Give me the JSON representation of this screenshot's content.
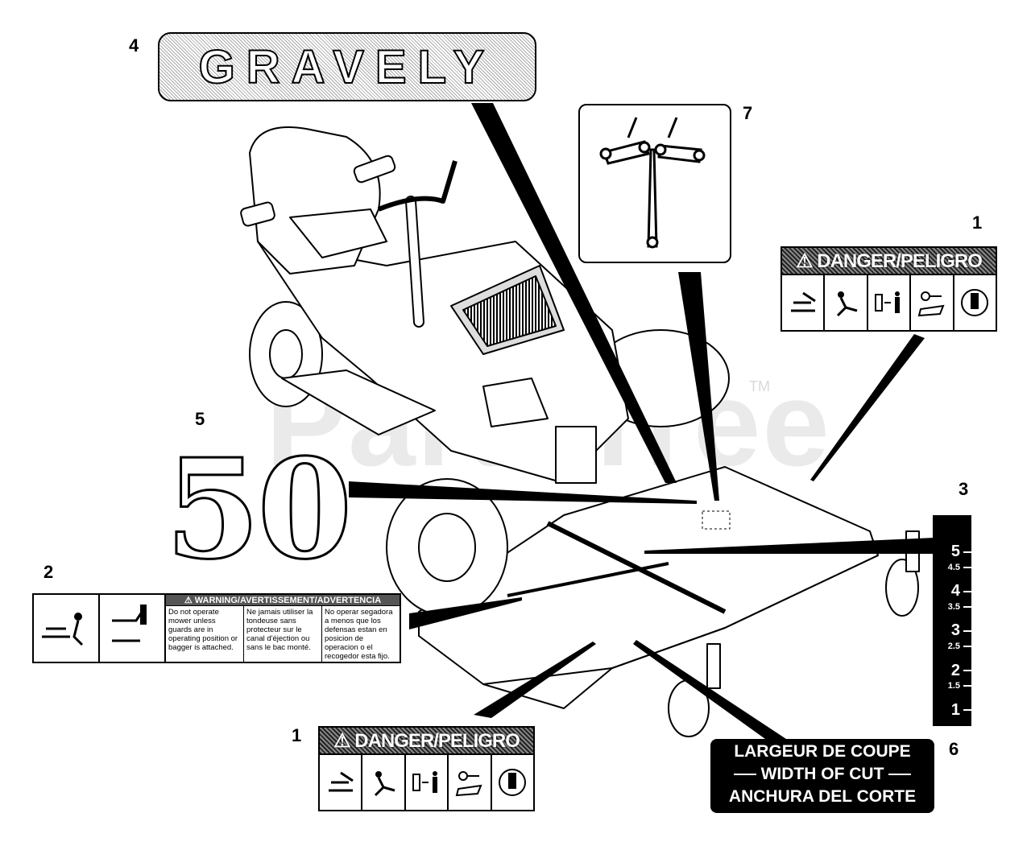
{
  "callouts": {
    "c1_top": "1",
    "c1_bottom": "1",
    "c2": "2",
    "c3": "3",
    "c4": "4",
    "c5": "5",
    "c6": "6",
    "c7": "7"
  },
  "watermark": {
    "text": "PartsTree",
    "tm": "TM"
  },
  "brand_decal": {
    "text": "GRAVELY"
  },
  "model_decal": {
    "text": "50"
  },
  "danger_decal": {
    "header": "⚠ DANGER/PELIGRO",
    "icons": [
      "thrown-objects-icon",
      "blade-hazard-icon",
      "keep-distance-icon",
      "remove-key-icon",
      "read-manual-icon"
    ]
  },
  "warning_decal": {
    "header": "⚠ WARNING/AVERTISSEMENT/ADVERTENCIA",
    "col_en": "Do not operate mower unless guards are in operating position or bagger is attached.",
    "col_fr": "Ne jamais utiliser la tondeuse sans protecteur sur le canal d'éjection ou sans le bac monté.",
    "col_es": "No operar segadora a menos que los defensas estan en posicion de operacion o el recogedor esta fijo."
  },
  "width_decal": {
    "line1": "LARGEUR DE COUPE",
    "line2": "WIDTH OF CUT",
    "line3": "ANCHURA DEL CORTE"
  },
  "height_gauge": {
    "ticks": [
      {
        "label": "5",
        "major": true
      },
      {
        "label": "4.5",
        "major": false
      },
      {
        "label": "4",
        "major": true
      },
      {
        "label": "3.5",
        "major": false
      },
      {
        "label": "3",
        "major": true
      },
      {
        "label": "2.5",
        "major": false
      },
      {
        "label": "2",
        "major": true
      },
      {
        "label": "1.5",
        "major": false
      },
      {
        "label": "1",
        "major": true
      }
    ]
  }
}
